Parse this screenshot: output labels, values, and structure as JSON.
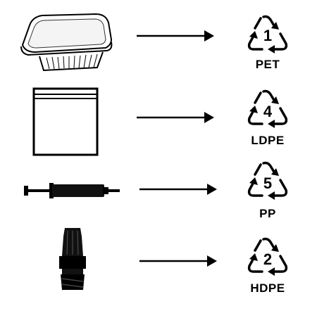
{
  "rows": [
    {
      "item": "food-container",
      "code": "1",
      "name": "PET"
    },
    {
      "item": "zip-bag",
      "code": "4",
      "name": "LDPE"
    },
    {
      "item": "syringe",
      "code": "5",
      "name": "PP"
    },
    {
      "item": "bottle-cap",
      "code": "2",
      "name": "HDPE"
    }
  ]
}
